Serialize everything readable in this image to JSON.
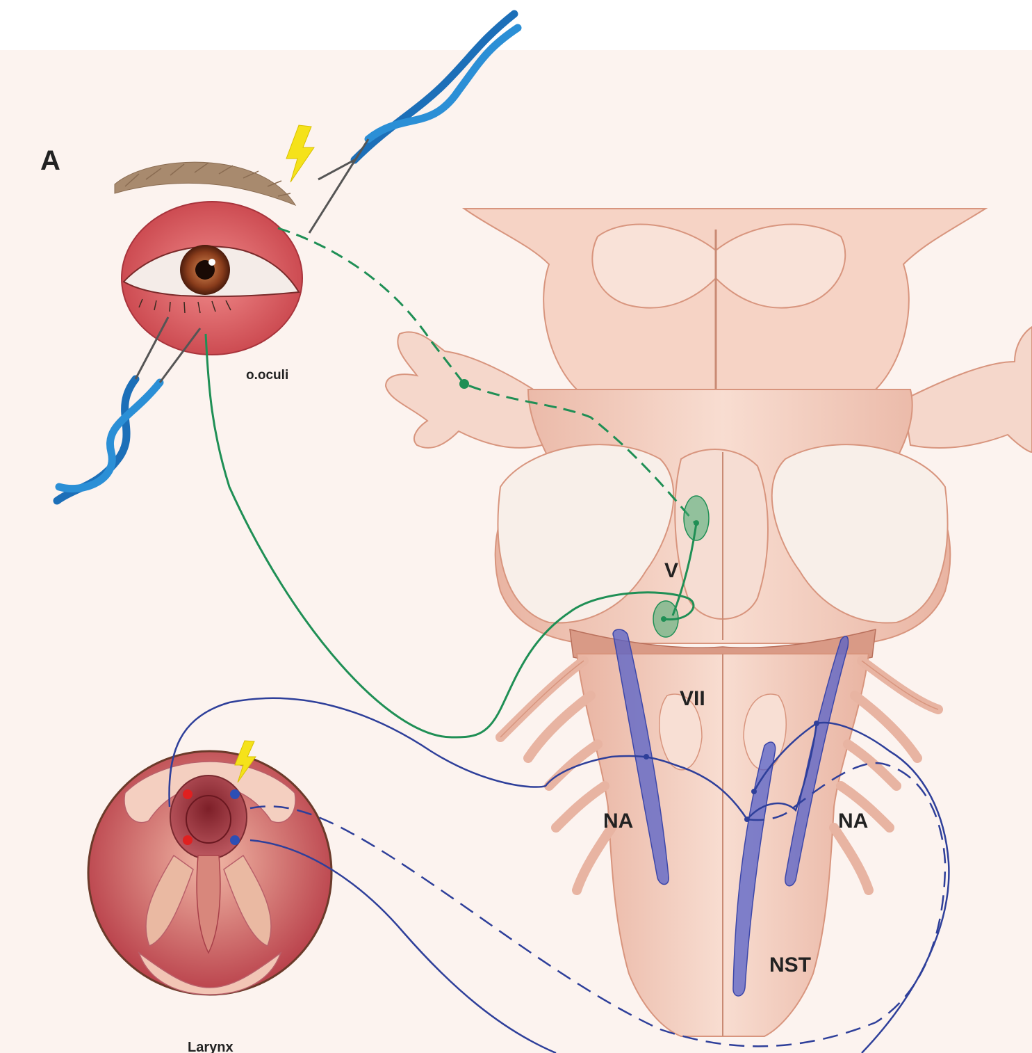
{
  "panel_label": "A",
  "labels": {
    "eye_muscle": "o.oculi",
    "trigeminal": "V",
    "facial": "VII",
    "nucleus_ambiguus_left": "NA",
    "nucleus_ambiguus_right": "NA",
    "nucleus_solitary_tract": "NST",
    "larynx": "Larynx"
  },
  "colors": {
    "background": "#fcf3ef",
    "brainstem": "#f6d6c9",
    "brainstem_shadow": "#e3a892",
    "trigeminal_pathway": "#1f8f55",
    "laryngeal_pathway": "#2e3f9a",
    "nucleus_fill": "#5560c8",
    "stimulus": "#f5e21a",
    "electrode_wire": "#1c6fb8",
    "red_electrode": "#e02020",
    "blue_electrode": "#2d4fb5"
  },
  "icons": {
    "stimulus": "lightning-bolt-icon",
    "electrode": "needle-electrode-icon"
  }
}
